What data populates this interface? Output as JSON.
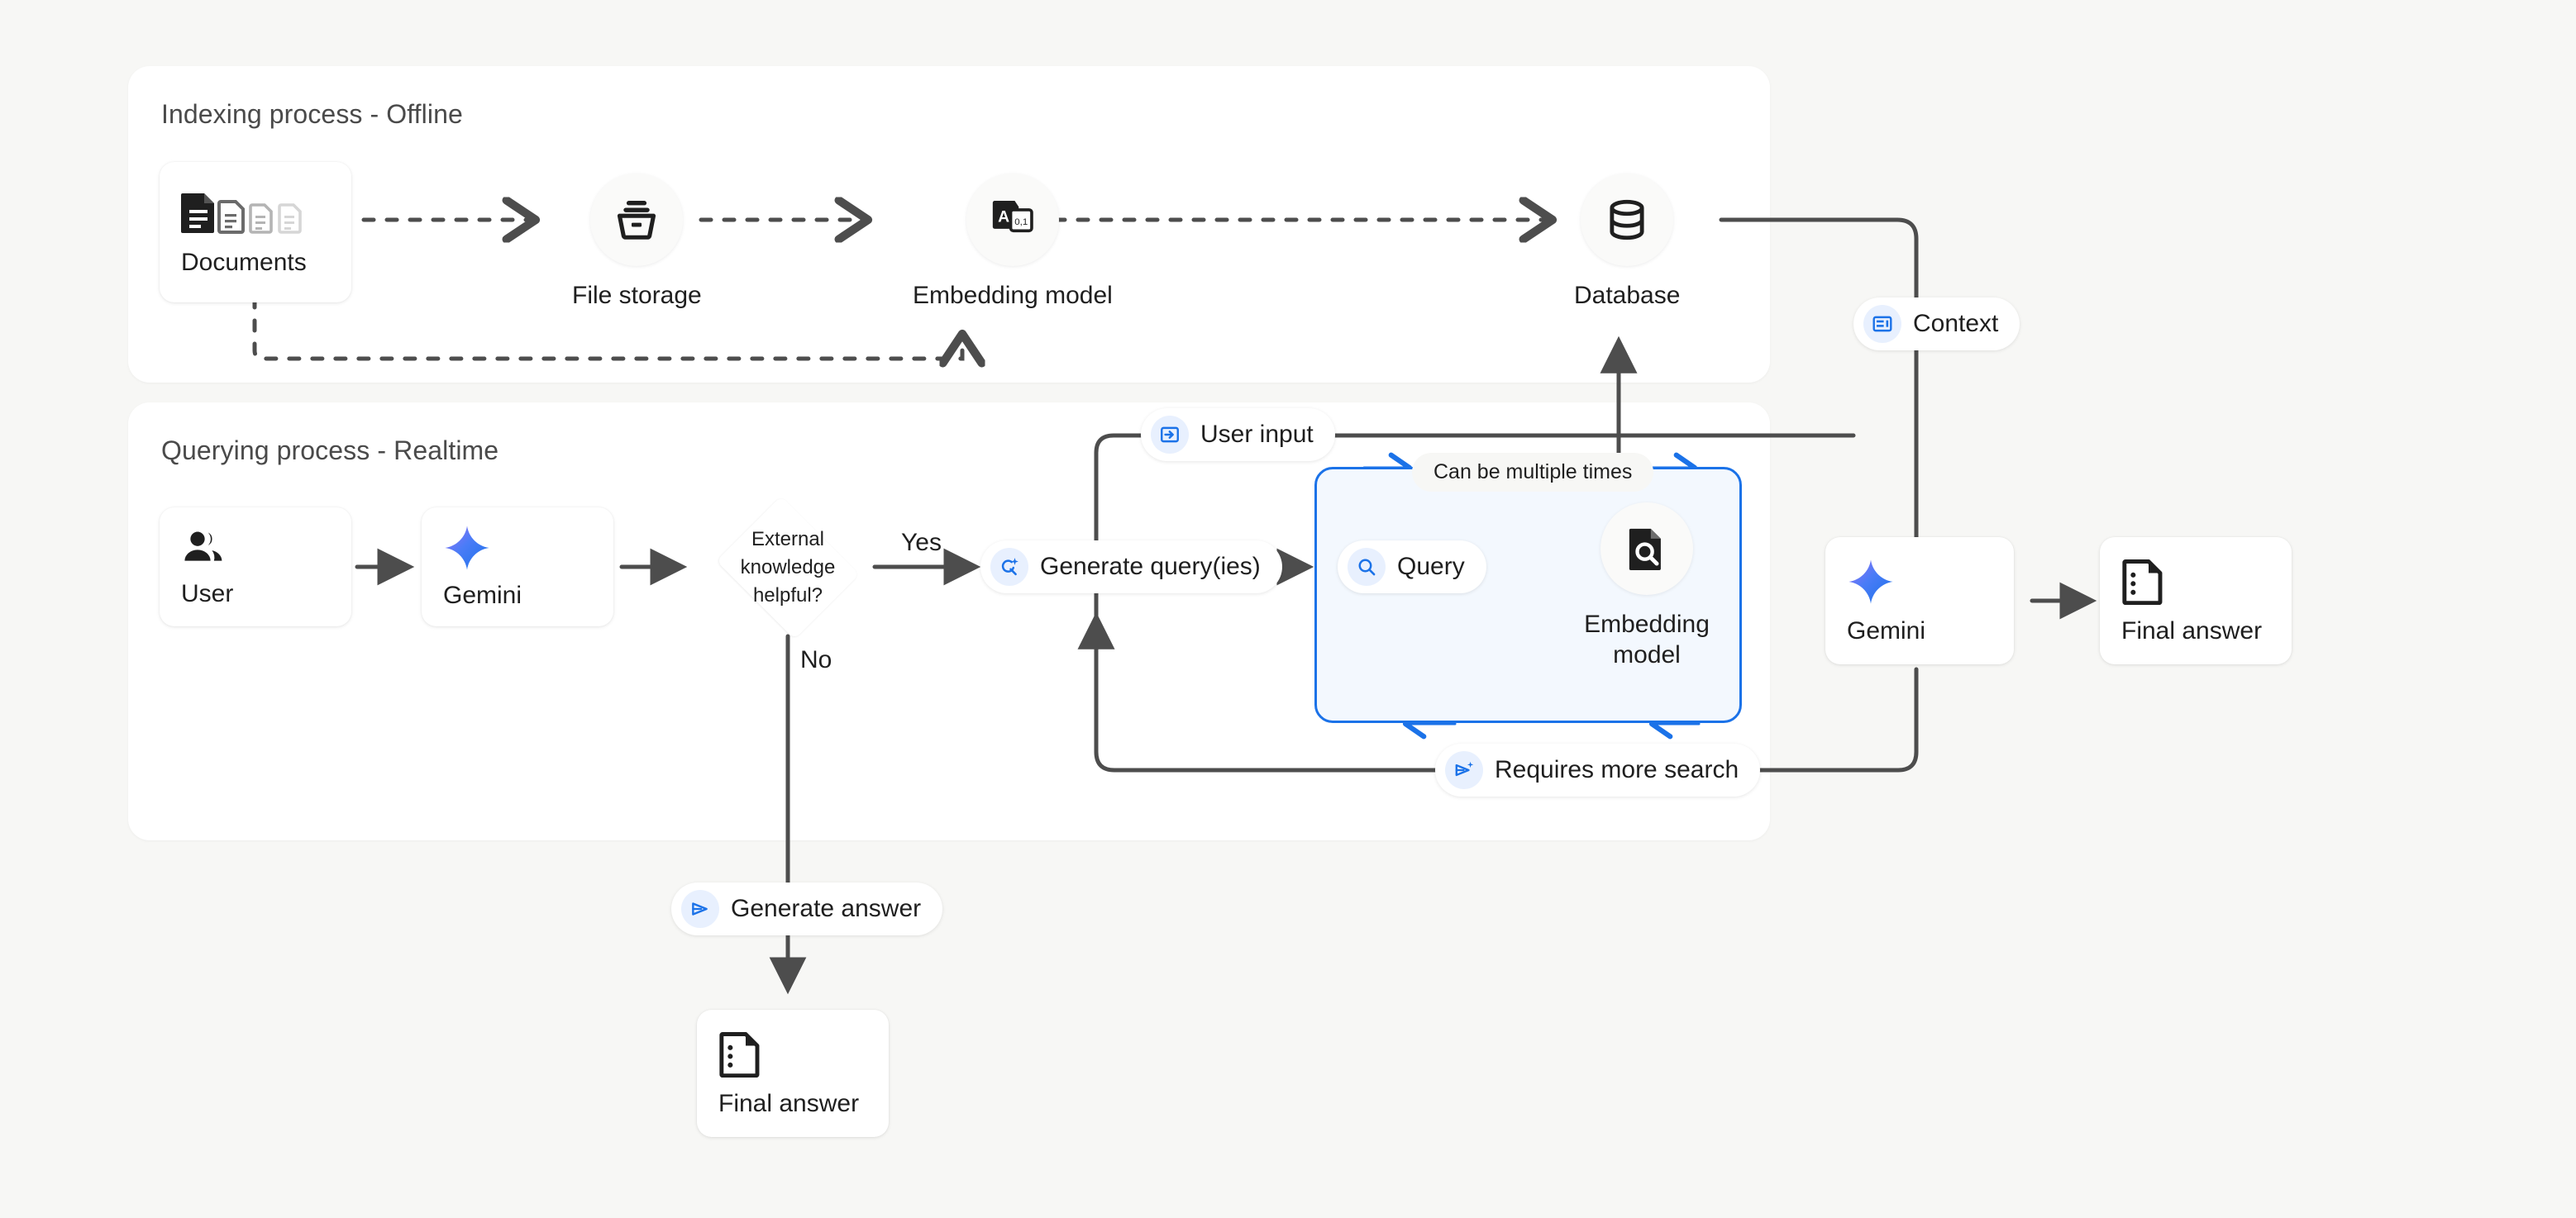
{
  "canvas": {
    "background_color": "#f7f7f5",
    "accent_blue": "#1b72e8",
    "line_color": "#4d4d4d"
  },
  "panels": [
    {
      "id": "indexing",
      "title": "Indexing process - Offline"
    },
    {
      "id": "querying",
      "title": "Querying process - Realtime"
    }
  ],
  "indexing": {
    "nodes": [
      {
        "name": "documents",
        "label": "Documents",
        "icon": "documents-icon",
        "shape": "card"
      },
      {
        "name": "file-storage",
        "label": "File storage",
        "icon": "file-storage-icon",
        "shape": "circle"
      },
      {
        "name": "embedding-model",
        "label": "Embedding model",
        "icon": "embedding-model-icon",
        "shape": "circle"
      },
      {
        "name": "database",
        "label": "Database",
        "icon": "database-icon",
        "shape": "circle"
      }
    ]
  },
  "querying": {
    "nodes": [
      {
        "name": "user",
        "label": "User",
        "icon": "user-group-icon",
        "shape": "card"
      },
      {
        "name": "gemini-left",
        "label": "Gemini",
        "icon": "gemini-spark-icon",
        "shape": "card"
      },
      {
        "name": "embedding-model",
        "label": "Embedding model",
        "icon": "document-search-icon",
        "shape": "circle"
      },
      {
        "name": "gemini-right",
        "label": "Gemini",
        "icon": "gemini-spark-icon",
        "shape": "card"
      },
      {
        "name": "final-answer-right",
        "label": "Final answer",
        "icon": "answer-doc-icon",
        "shape": "card"
      },
      {
        "name": "final-answer-bottom",
        "label": "Final answer",
        "icon": "answer-doc-icon",
        "shape": "card"
      }
    ],
    "decision": {
      "name": "external-knowledge-decision",
      "line1": "External",
      "line2": "knowledge",
      "line3": "helpful?",
      "yes_label": "Yes",
      "no_label": "No"
    }
  },
  "pills": [
    {
      "name": "context-pill",
      "label": "Context",
      "icon": "context-panel-icon"
    },
    {
      "name": "user-input-pill",
      "label": "User input",
      "icon": "login-arrow-icon"
    },
    {
      "name": "generate-queries-pill",
      "label": "Generate query(ies)",
      "icon": "search-sparkle-icon"
    },
    {
      "name": "query-pill",
      "label": "Query",
      "icon": "search-icon"
    },
    {
      "name": "requires-more-search-pill",
      "label": "Requires more search",
      "icon": "send-sparkle-icon"
    },
    {
      "name": "generate-answer-pill",
      "label": "Generate answer",
      "icon": "send-icon"
    },
    {
      "name": "can-be-multiple-times-label",
      "label": "Can be multiple times",
      "icon": "none"
    }
  ]
}
